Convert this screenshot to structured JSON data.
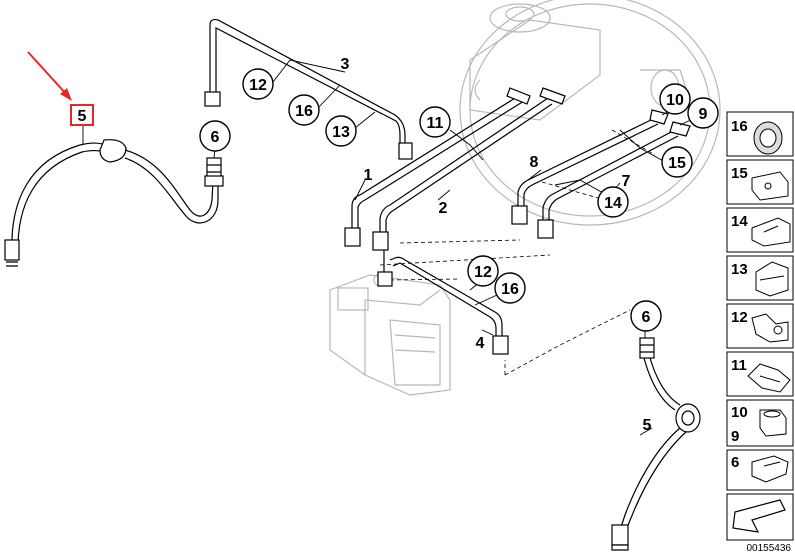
{
  "highlighted_part": "5",
  "callouts": {
    "c12a": "12",
    "c16a": "16",
    "c13a": "13",
    "c6a": "6",
    "c11": "11",
    "c10": "10",
    "c9": "9",
    "c15": "15",
    "c14": "14",
    "c12b": "12",
    "c16b": "16",
    "c6b": "6"
  },
  "labels": {
    "l3": "3",
    "l1": "1",
    "l2": "2",
    "l8": "8",
    "l7": "7",
    "l4": "4",
    "l5b": "5"
  },
  "side_panel": [
    "16",
    "15",
    "14",
    "13",
    "12",
    "11",
    "10",
    "9",
    "6"
  ],
  "reference_code": "00155436",
  "colors": {
    "highlight": "#e8262a",
    "line": "#000000"
  }
}
